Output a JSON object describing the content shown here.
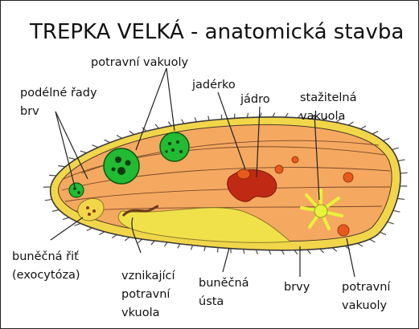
{
  "title": "TREPKA VELKÁ - anatomická stavba",
  "labels": {
    "food_vacuoles_top": "potravní vakuoly",
    "cilia_rows": [
      "podélné řady",
      "brv"
    ],
    "micronucleus": "jadérko",
    "macronucleus": "jádro",
    "contractile_vacuole": [
      "stažitelná",
      "vakuola"
    ],
    "anal_pore": [
      "buněčná řiť",
      "(exocytóza)"
    ],
    "forming_vacuole": [
      "vznikající",
      "potravní",
      "vkuola"
    ],
    "oral_groove": [
      "buněčná",
      "ústa"
    ],
    "cilia": "brvy",
    "food_vacuoles_bottom": [
      "potravní",
      "vakuoly"
    ]
  },
  "colors": {
    "body_fill": "#f5a860",
    "pellicle": "#f2d64a",
    "outline": "#3a3a3a",
    "vacuole_green": "#22bb33",
    "nucleus": "#c02a14",
    "micronucleus_and_food": "#e85a1c",
    "contractile": "#e8f23a",
    "oral_groove": "#f0e14a"
  }
}
